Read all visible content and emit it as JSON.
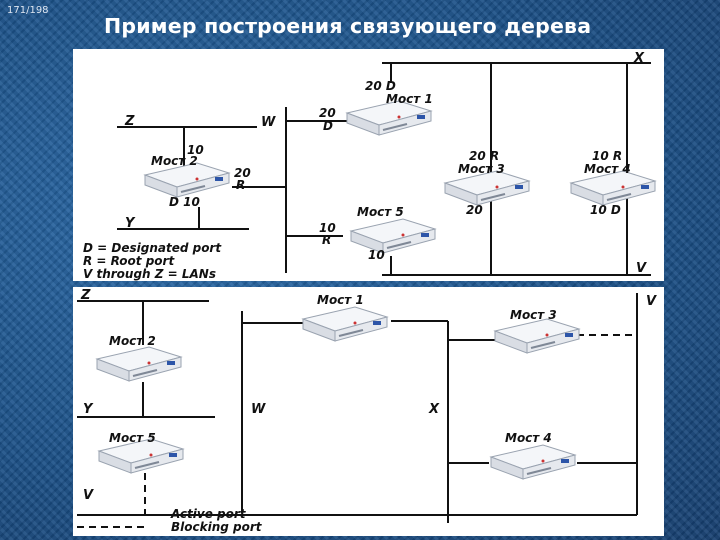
{
  "slide": {
    "counter": "171/198",
    "title": "Пример построения связующего дерева"
  },
  "top_diagram": {
    "lans": {
      "x": "X",
      "w": "W",
      "z": "Z",
      "y": "Y",
      "v": "V"
    },
    "bridge1": {
      "name": "Мост 1",
      "port_top": "20 D",
      "port_left_num": "20",
      "port_left_role": "D"
    },
    "bridge2": {
      "name": "Мост 2",
      "port_top_num": "10",
      "port_right_num": "20",
      "port_right_role": "R",
      "port_bottom": "D 10"
    },
    "bridge3": {
      "name": "Мост 3",
      "port_top": "20 R",
      "port_bottom": "20"
    },
    "bridge4": {
      "name": "Мост 4",
      "port_top": "10 R",
      "port_bottom": "10 D"
    },
    "bridge5": {
      "name": "Мост 5",
      "port_left_num": "10",
      "port_left_role": "R",
      "port_bottom": "10"
    },
    "legend": [
      "D = Designated port",
      "R = Root port",
      "V through Z = LANs"
    ]
  },
  "bottom_diagram": {
    "lans": {
      "z": "Z",
      "y": "Y",
      "w": "W",
      "x": "X",
      "v": "V"
    },
    "bridges": {
      "b1": "Мост 1",
      "b2": "Мост 2",
      "b3": "Мост 3",
      "b4": "Мост 4",
      "b5": "Мост 5"
    },
    "legend": {
      "active": "Active port",
      "blocking": "Blocking port"
    }
  }
}
